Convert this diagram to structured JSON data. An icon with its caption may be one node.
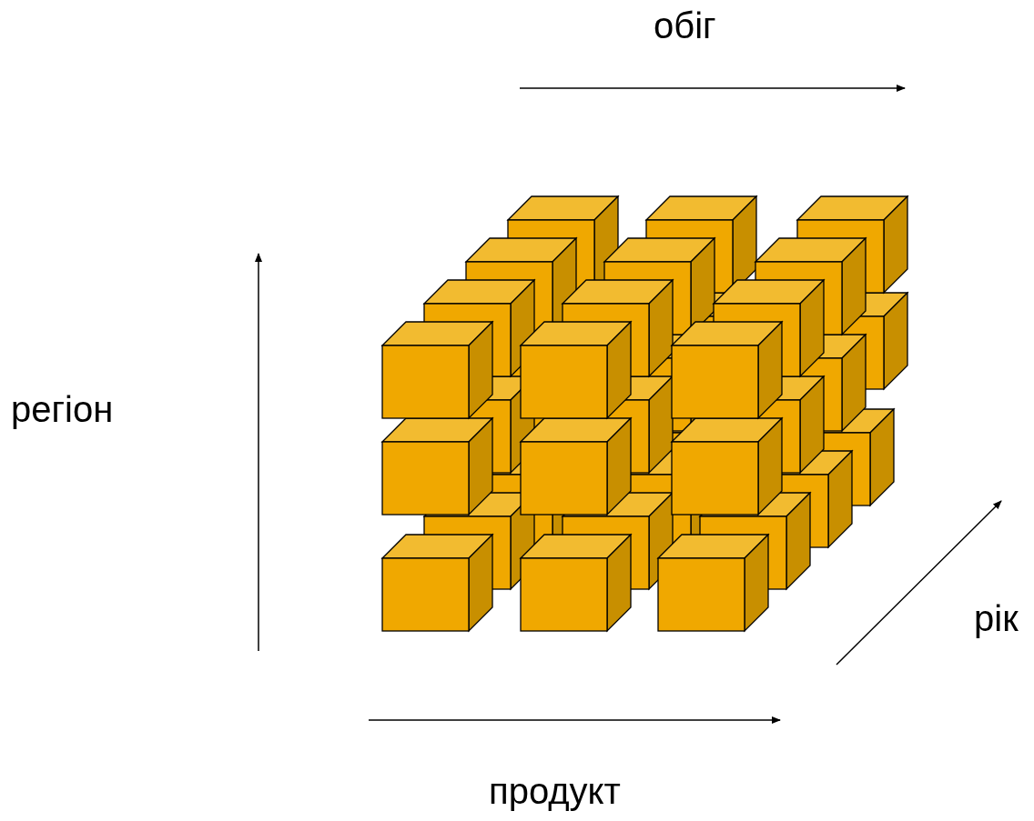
{
  "diagram": {
    "labels": [
      "обіг",
      "регіон",
      "рік",
      "продукт"
    ]
  }
}
